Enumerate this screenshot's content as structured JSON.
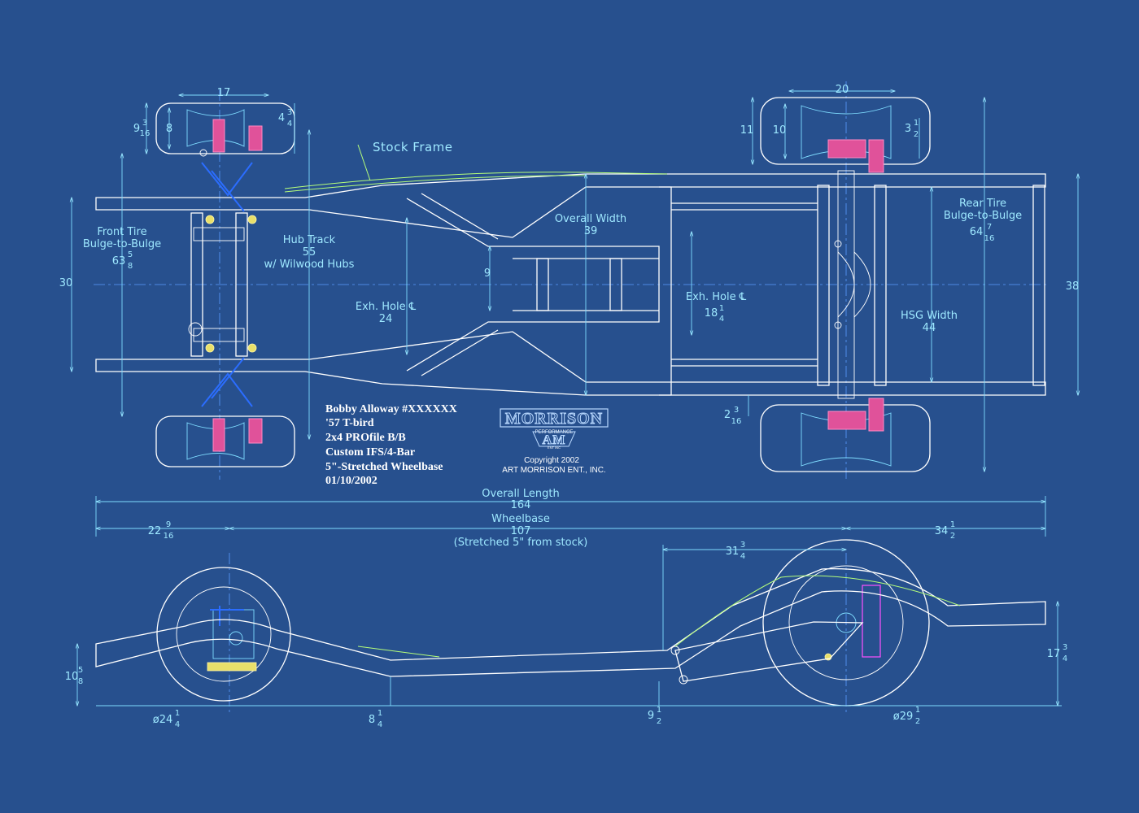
{
  "colors": {
    "background": "#27508e",
    "frame": "#ffffff",
    "dimension": "#9ee8ff",
    "stock_frame": "#b6ff7a",
    "brake": "#e0529a",
    "coilover": "#ff4fff",
    "bolt": "#e9e06a"
  },
  "callouts": {
    "stock_frame": "Stock Frame",
    "front_tire_1": "Front Tire",
    "front_tire_2": "Bulge-to-Bulge",
    "front_tire_val": "63",
    "front_tire_frac": [
      "5",
      "8"
    ],
    "hub_track_1": "Hub Track",
    "hub_track_val": "55",
    "hub_track_2": "w/ Wilwood Hubs",
    "overall_width_1": "Overall Width",
    "overall_width_val": "39",
    "exh_hole_1": "Exh. Hole ℄",
    "exh_hole_1_val": "24",
    "exh_hole_2": "Exh. Hole ℄",
    "exh_hole_2_val": "18",
    "exh_hole_2_frac": [
      "1",
      "4"
    ],
    "rear_tire_1": "Rear Tire",
    "rear_tire_2": "Bulge-to-Bulge",
    "rear_tire_val": "64",
    "rear_tire_frac": [
      "7",
      "16"
    ],
    "hsg_width_1": "HSG Width",
    "hsg_width_val": "44",
    "overall_length_1": "Overall Length",
    "overall_length_val": "164",
    "wheelbase_1": "Wheelbase",
    "wheelbase_val": "107",
    "wheelbase_note": "(Stretched 5\" from stock)"
  },
  "dims": {
    "d17": "17",
    "d20": "20",
    "d9_whole": "9",
    "d9_frac": [
      "3",
      "16"
    ],
    "d8": "8",
    "d4_whole": "4",
    "d4_frac": [
      "3",
      "4"
    ],
    "d11": "11",
    "d10": "10",
    "d3_whole": "3",
    "d3_frac": [
      "1",
      "2"
    ],
    "d30": "30",
    "d38": "38",
    "d9b": "9",
    "d2_whole": "2",
    "d2_frac": [
      "3",
      "16"
    ],
    "d22_whole": "22",
    "d22_frac": [
      "9",
      "16"
    ],
    "d34_whole": "34",
    "d34_frac": [
      "1",
      "2"
    ],
    "d31_whole": "31",
    "d31_frac": [
      "3",
      "4"
    ],
    "d10b_whole": "10",
    "d10b_frac": [
      "5",
      "8"
    ],
    "d17b_whole": "17",
    "d17b_frac": [
      "3",
      "4"
    ],
    "d24_whole": "ø24",
    "d24_frac": [
      "1",
      "4"
    ],
    "d8b_whole": "8",
    "d8b_frac": [
      "1",
      "4"
    ],
    "d9c_whole": "9",
    "d9c_frac": [
      "1",
      "2"
    ],
    "d29_whole": "ø29",
    "d29_frac": [
      "1",
      "2"
    ]
  },
  "title_block": {
    "lines": [
      "Bobby Alloway  #XXXXXX",
      "'57 T-bird",
      "2x4 PROfile B/B",
      "Custom IFS/4-Bar",
      "5\"-Stretched Wheelbase",
      "01/10/2002"
    ]
  },
  "logo": {
    "name": "MORRISON",
    "tag": "PERFORMANCE",
    "mark": "AM",
    "ribbon": "ENT INC",
    "copyright": "Copyright  2002",
    "company": "ART MORRISON ENT., INC."
  }
}
